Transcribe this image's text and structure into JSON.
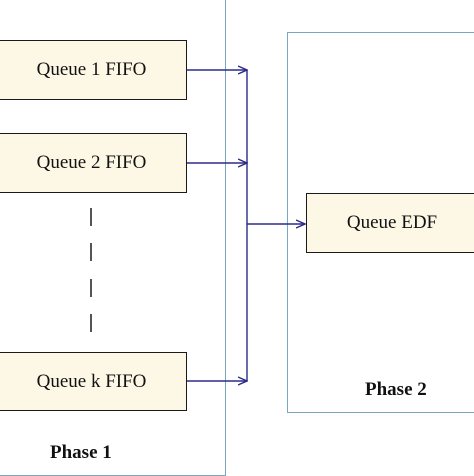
{
  "phase1": {
    "label": "Phase 1",
    "queues": [
      {
        "label": "Queue 1 FIFO"
      },
      {
        "label": "Queue 2 FIFO"
      },
      {
        "label": "Queue k FIFO"
      }
    ]
  },
  "phase2": {
    "label": "Phase 2",
    "queue": {
      "label": "Queue EDF"
    }
  },
  "colors": {
    "arrow": "#2b2b8c",
    "panel_border": "#7aa6c2",
    "queue_fill": "#fdf8e6",
    "queue_border": "#1a1a1a",
    "ellipsis_dash": "#1a1a1a"
  }
}
